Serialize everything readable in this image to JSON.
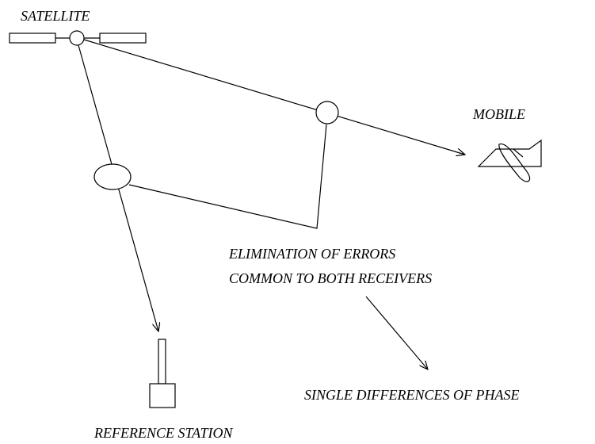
{
  "labels": {
    "satellite": "SATELLITE",
    "mobile": "MOBILE",
    "elimination_line1": "ELIMINATION OF ERRORS",
    "elimination_line2": "COMMON TO BOTH RECEIVERS",
    "single_differences": "SINGLE DIFFERENCES OF PHASE",
    "reference_station": "REFERENCE STATION"
  },
  "colors": {
    "stroke": "#000000",
    "background": "#ffffff"
  }
}
